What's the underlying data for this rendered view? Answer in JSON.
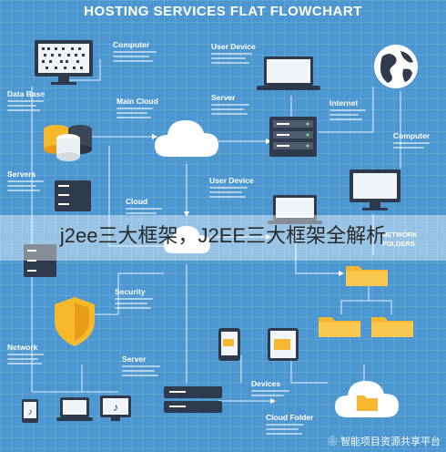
{
  "title": "HOSTING SERVICES FLAT FLOWCHART",
  "labels": {
    "computer_top": "Computer",
    "user_device_top": "User Device",
    "data_base": "Data Base",
    "main_cloud": "Main Cloud",
    "server_top": "Server",
    "internet": "Internet",
    "computer_right": "Computer",
    "servers": "Servers",
    "user_device_mid": "User Device",
    "cloud": "Cloud",
    "network_folders": "NETWORK FOLDERS",
    "security": "Security",
    "network": "Network",
    "server_bottom": "Server",
    "devices": "Devices",
    "cloud_folder": "Cloud Folder"
  },
  "overlay_text": "j2ee三大框架，J2EE三大框架全解析",
  "watermark": "智能项目资源共享平台",
  "colors": {
    "background": "#4c97d0",
    "line": "#ffffff",
    "folder": "#f7b731",
    "shield": "#f6b92b",
    "device_dark": "#2f3b4c"
  }
}
